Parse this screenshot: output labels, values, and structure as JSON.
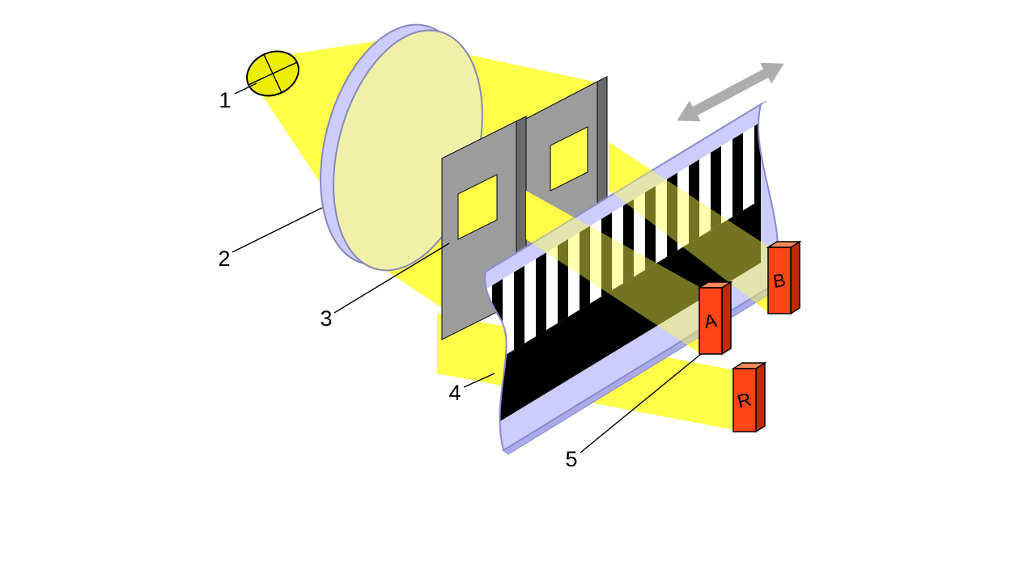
{
  "palette": {
    "beam_yellow": "#FFFF4A",
    "bulb_yellow": "#EDED00",
    "lens_lavender": "#CCCCFF",
    "lens_glass": "#F0F0A8",
    "lens_stroke": "#8888BB",
    "strip_lavender": "#CCCCFF",
    "strip_stroke": "#8A8ACF",
    "strip_edge3d": "#AAAAE8",
    "stripe_black": "#000000",
    "mask_gray": "#9C9C9C",
    "mask_gray_top": "#C4C4C4",
    "mask_gray_side": "#6B6B6B",
    "detector_red": "#FF4418",
    "detector_red_top": "#FF8A5C",
    "detector_red_side": "#BF2A00",
    "arrow_gray": "#ADADAD"
  },
  "labels": {
    "light_source": "1",
    "lens": "2",
    "mask": "3",
    "code_strip": "4",
    "photodetector": "5"
  },
  "detectors": {
    "channel_a": "A",
    "channel_b": "B",
    "reference": "R"
  },
  "stripe_count": 13
}
